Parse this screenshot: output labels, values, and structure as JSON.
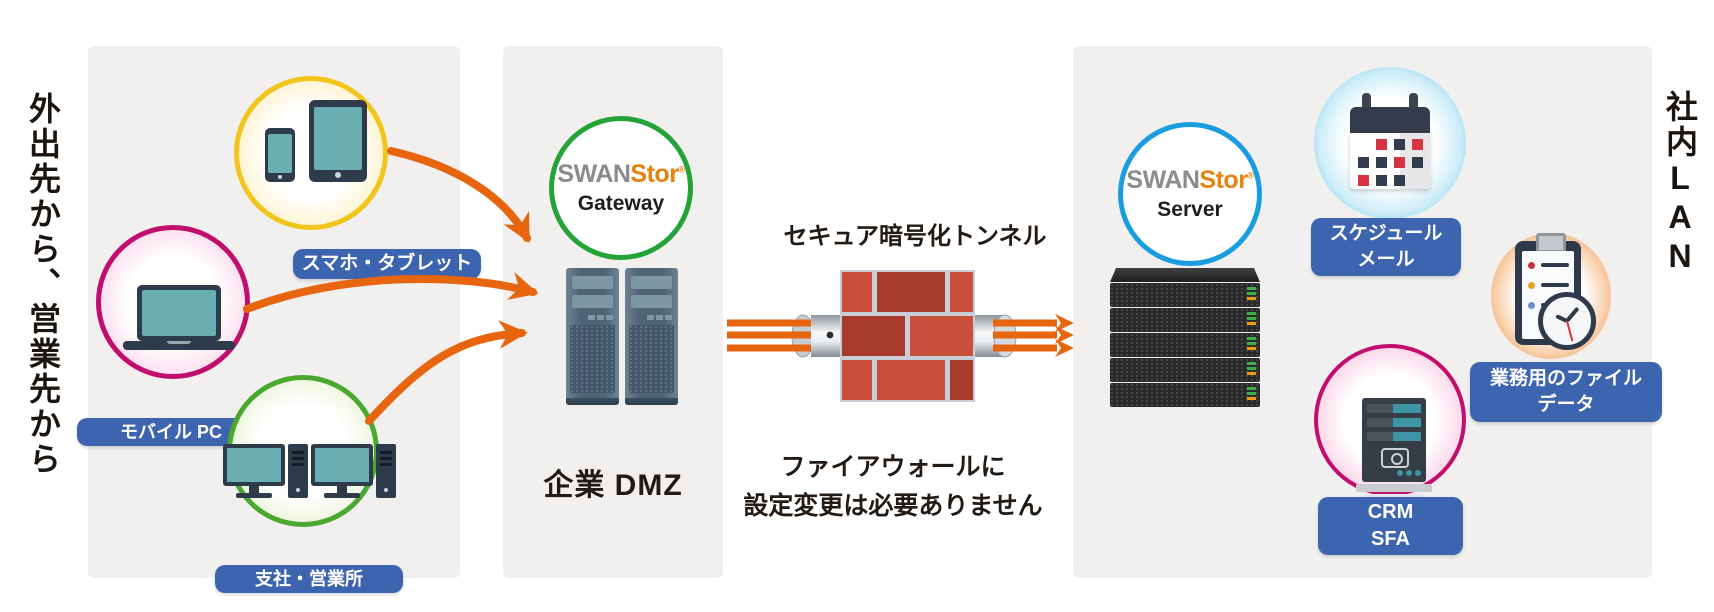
{
  "left_zone": {
    "vertical_label": "外出先から、営業先から",
    "groups": [
      {
        "icon": "smartphone-tablet-icon",
        "label": "スマホ・タブレット",
        "ring_color": "#f2c51d"
      },
      {
        "icon": "laptop-icon",
        "label": "モバイル PC",
        "ring_color": "#c10d6e"
      },
      {
        "icon": "desktop-pc-icon",
        "label": "支社・営業所",
        "ring_color": "#4aa82e"
      }
    ]
  },
  "dmz_zone": {
    "logo": {
      "brand_gray": "SWAN",
      "brand_orange": "Stor",
      "registered_mark": "®",
      "product": "Gateway"
    },
    "icon": "tower-server-icon",
    "caption": "企業 DMZ"
  },
  "tunnel": {
    "title": "セキュア暗号化トンネル",
    "note_line1": "ファイアウォールに",
    "note_line2": "設定変更は必要ありません",
    "icon": "firewall-brick-wall-icon"
  },
  "lan_zone": {
    "vertical_label": "社内LAN",
    "logo": {
      "brand_gray": "SWAN",
      "brand_orange": "Stor",
      "registered_mark": "®",
      "product": "Server"
    },
    "icon": "rack-server-icon",
    "apps": [
      {
        "icon": "calendar-icon",
        "label_line1": "スケジュール",
        "label_line2": "メール"
      },
      {
        "icon": "clipboard-clock-icon",
        "label_line1": "業務用のファイル",
        "label_line2": "データ"
      },
      {
        "icon": "crm-server-icon",
        "label_line1": "CRM",
        "label_line2": "SFA"
      }
    ]
  },
  "colors": {
    "accent_orange": "#e8650f",
    "label_blue": "#3d64ae",
    "ring_yellow": "#f2c51d",
    "ring_magenta": "#c10d6e",
    "ring_green": "#4aa82e",
    "gateway_ring_green": "#23a338",
    "server_ring_blue": "#1a9ce0",
    "brand_gray": "#8c8c8c",
    "brand_orange": "#e8820e",
    "brick_light": "#c94e3c",
    "brick_dark": "#a83a2c",
    "panel_gray": "#f1f0ee"
  }
}
